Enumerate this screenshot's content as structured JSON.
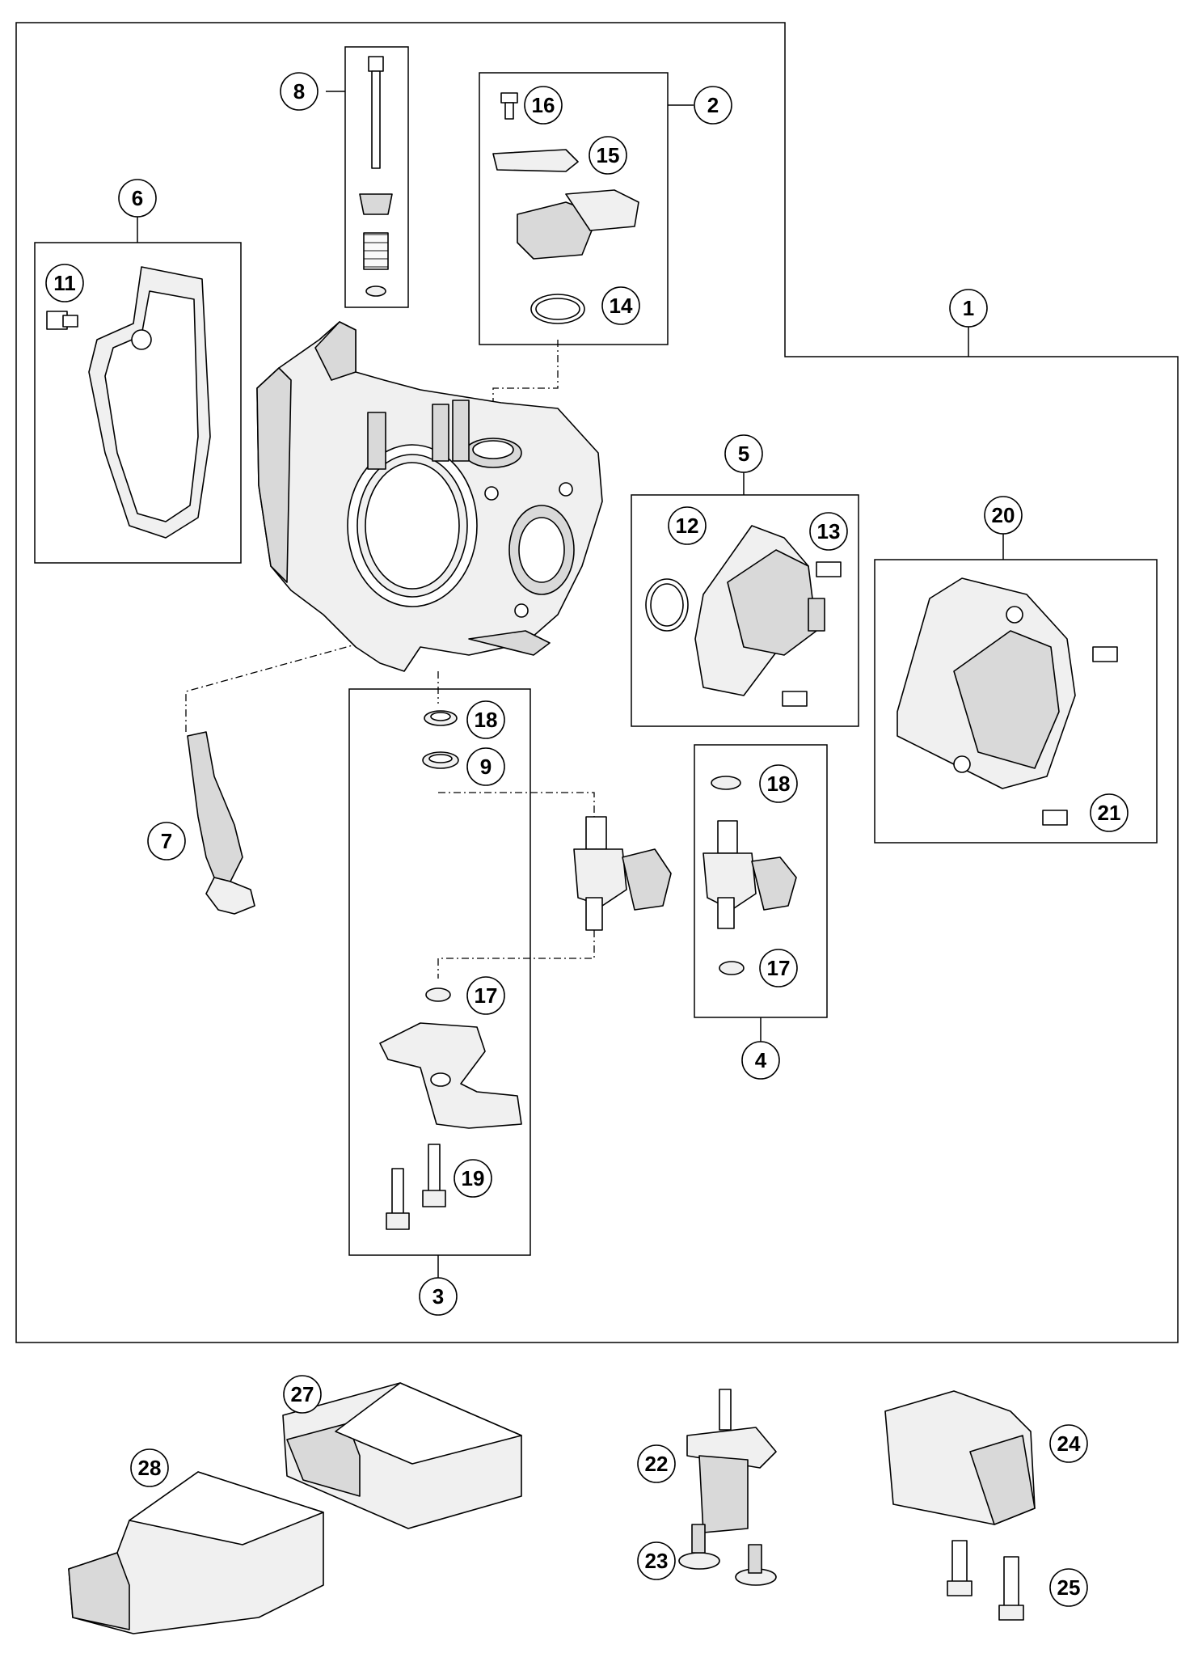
{
  "callouts": {
    "c1": "1",
    "c2": "2",
    "c3": "3",
    "c4": "4",
    "c5": "5",
    "c6": "6",
    "c7": "7",
    "c8": "8",
    "c9": "9",
    "c11": "11",
    "c12": "12",
    "c13": "13",
    "c14": "14",
    "c15": "15",
    "c16": "16",
    "c17a": "17",
    "c17b": "17",
    "c18a": "18",
    "c18b": "18",
    "c19": "19",
    "c20": "20",
    "c21": "21",
    "c22": "22",
    "c23": "23",
    "c24": "24",
    "c25": "25",
    "c27": "27",
    "c28": "28"
  },
  "colors": {
    "line": "#000000",
    "part_fill": "#d9d9d9",
    "background": "#ffffff"
  }
}
